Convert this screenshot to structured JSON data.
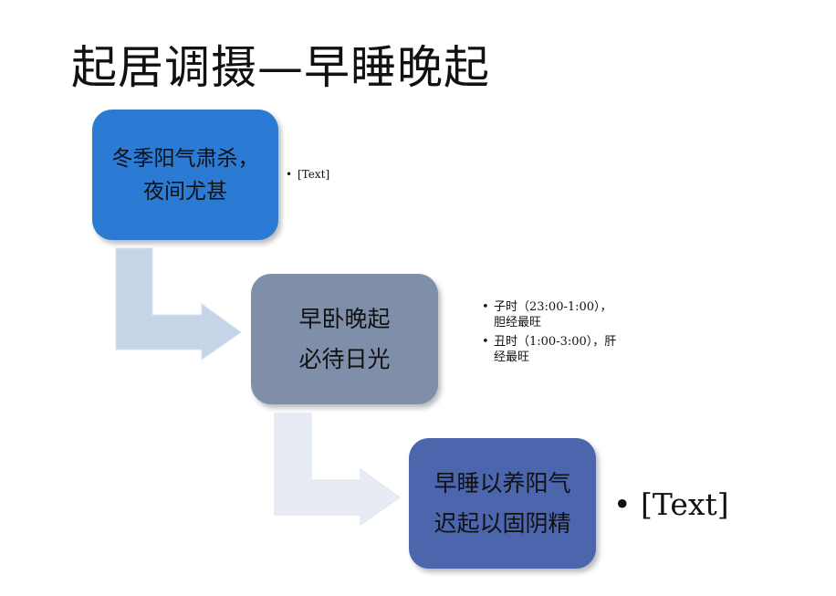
{
  "title": "起居调摄—早睡晚起",
  "nodes": [
    {
      "lines": [
        "冬季阳气肃杀，",
        "夜间尤甚"
      ],
      "color": "#2b7bd4"
    },
    {
      "lines": [
        "早卧晚起",
        "必待日光"
      ],
      "color": "#7f8fa9"
    },
    {
      "lines": [
        "早睡以养阳气",
        "迟起以固阴精"
      ],
      "color": "#4b66ad"
    }
  ],
  "bullets": [
    {
      "items": [
        "[Text]"
      ]
    },
    {
      "items": [
        "子时（23:00-1:00），胆经最旺",
        "丑时（1:00-3:00），肝经最旺"
      ]
    },
    {
      "items": [
        "[Text]"
      ]
    }
  ]
}
